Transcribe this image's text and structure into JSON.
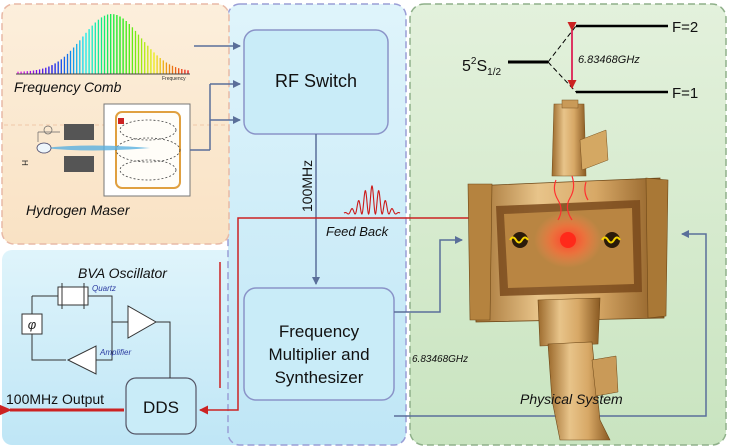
{
  "sources": {
    "comb_label": "Frequency Comb",
    "comb_axis_label": "Frequency",
    "maser_label": "Hydrogen Maser",
    "maser_h_label": "H"
  },
  "bva": {
    "title": "BVA Oscillator",
    "quartz_label": "Quartz",
    "amplifier_label": "Amplifier",
    "phase_symbol": "φ"
  },
  "blocks": {
    "rf_switch": "RF Switch",
    "freq_mult_line1": "Frequency",
    "freq_mult_line2": "Multiplier and",
    "freq_mult_line3": "Synthesizer",
    "dds": "DDS"
  },
  "signals": {
    "switch_freq": "100MHz",
    "feedback": "Feed Back",
    "output": "100MHz Output",
    "synth_freq": "6.83468GHz"
  },
  "physics": {
    "title": "Physical System",
    "state_main": "5",
    "state_sup": "2",
    "state_letter": "S",
    "state_sub": "1/2",
    "level_upper": "F=2",
    "level_lower": "F=1",
    "hyperfine_freq": "6.83468GHz"
  },
  "colors": {
    "signal_line": "#5a6f9a",
    "feedback_line": "#cc2222",
    "block_fill": "#cdeef9",
    "block_stroke": "#8a93c8",
    "physics_bg": "#d7ecd0"
  }
}
